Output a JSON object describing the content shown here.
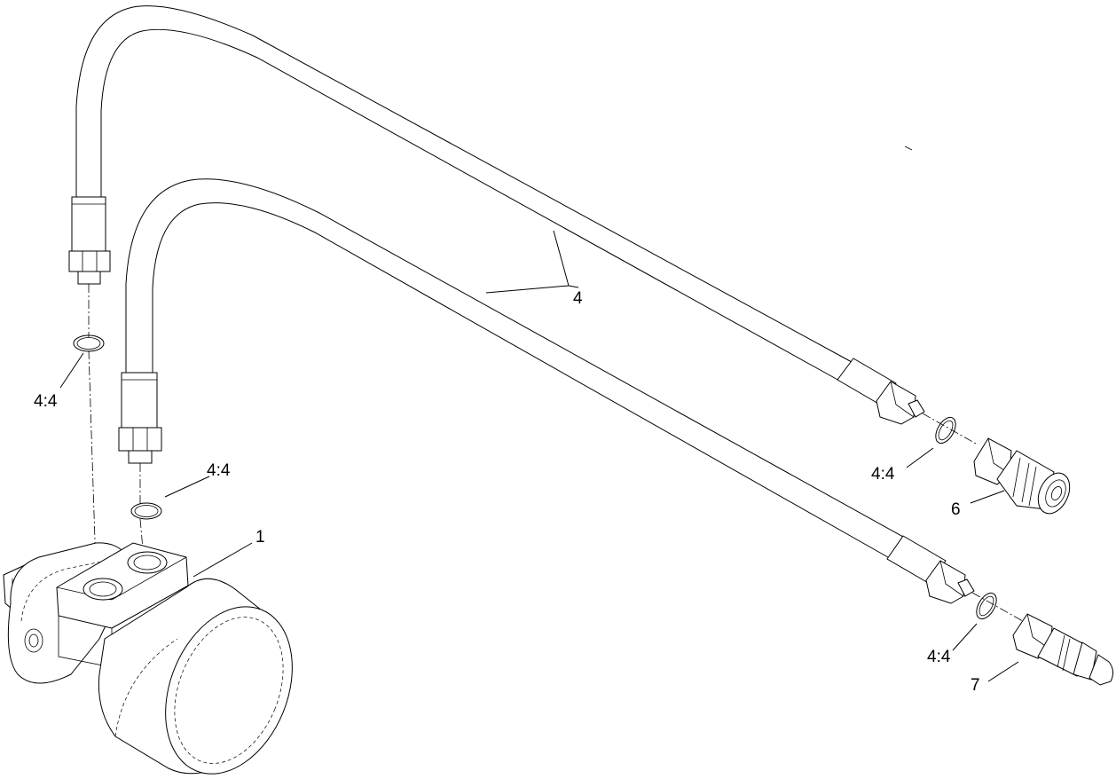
{
  "diagram": {
    "callouts": {
      "hose_pair": "4",
      "oring_upper_left": "4:4",
      "oring_middle": "4:4",
      "oring_right_upper": "4:4",
      "oring_right_lower": "4:4",
      "motor": "1",
      "coupler_female": "6",
      "coupler_male": "7"
    },
    "line_color": "#000000",
    "background_color": "#ffffff"
  }
}
